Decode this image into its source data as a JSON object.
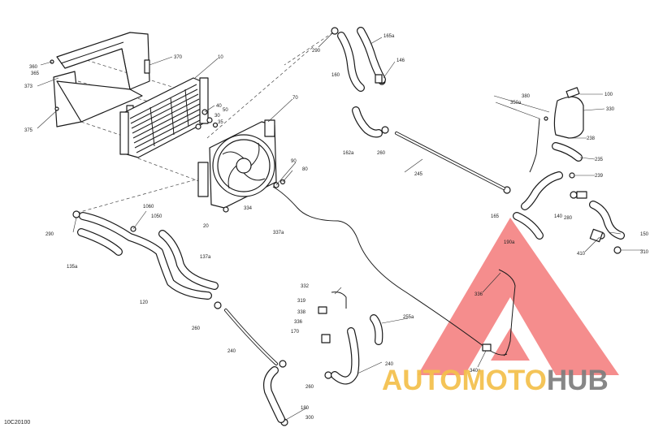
{
  "figure_id": "10C20100",
  "labels": {
    "l360": "360",
    "l365": "365",
    "l373": "373",
    "l370": "370",
    "l375": "375",
    "l10": "10",
    "l40": "40",
    "l50": "50",
    "l30": "30",
    "l35": "35",
    "l70": "70",
    "l290a": "290",
    "l165a": "165a",
    "l146": "146",
    "l160": "160",
    "l162a": "162a",
    "l260a": "260",
    "l245": "245",
    "l100": "100",
    "l330": "330",
    "l380": "380",
    "l350a": "350a",
    "l238": "238",
    "l235": "235",
    "l239": "239",
    "l165": "165",
    "l140": "140",
    "l280": "280",
    "l190a": "190a",
    "l410": "410",
    "l150": "150",
    "l310": "310",
    "l90": "90",
    "l80": "80",
    "l334": "334",
    "l20": "20",
    "l337a": "337a",
    "l290b": "290",
    "l1060": "1060",
    "l1050": "1050",
    "l135a": "135a",
    "l137a": "137a",
    "l120": "120",
    "l260b": "260",
    "l332": "332",
    "l319": "319",
    "l338a": "338",
    "l336": "336",
    "l170": "170",
    "l255a": "255a",
    "l336b": "336",
    "l340a": "340a",
    "l240a": "240",
    "l240b": "240",
    "l260c": "260",
    "l180": "180",
    "l300": "300"
  },
  "watermark": {
    "part1": "AUTO",
    "part2": "MOTO",
    "part3": "HUB",
    "colors": {
      "triangle": "#f26d6d",
      "auto": "#f4c04a",
      "moto": "#f4c04a",
      "hub": "#7d7d7d"
    }
  }
}
